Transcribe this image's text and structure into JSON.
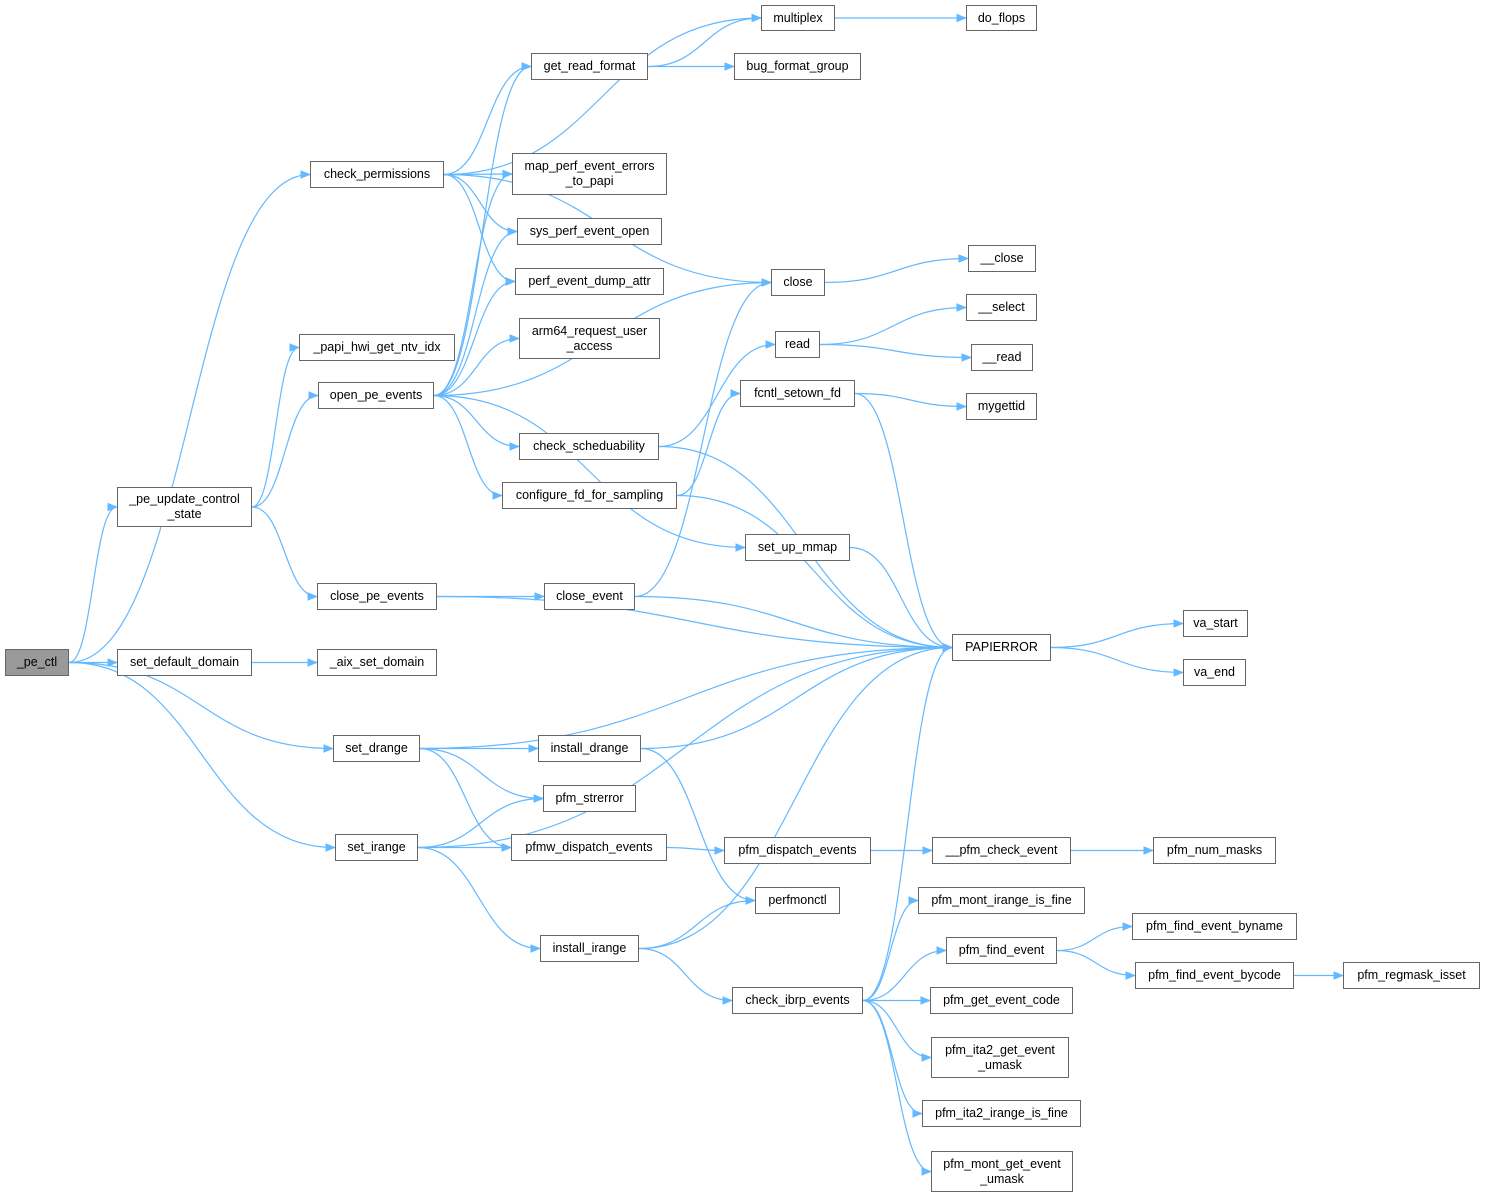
{
  "diagram": {
    "type": "call-graph",
    "edge_color": "#63b8ff",
    "node_border_color": "#666666",
    "root_fill_color": "#999999",
    "nodes": [
      {
        "id": "_pe_ctl",
        "lines": [
          "_pe_ctl"
        ],
        "root": true
      },
      {
        "id": "set_default_domain",
        "lines": [
          "set_default_domain"
        ]
      },
      {
        "id": "_aix_set_domain",
        "lines": [
          "_aix_set_domain"
        ]
      },
      {
        "id": "check_permissions",
        "lines": [
          "check_permissions"
        ]
      },
      {
        "id": "_papi_hwi_get_ntv_idx",
        "lines": [
          "_papi_hwi_get_ntv_idx"
        ]
      },
      {
        "id": "_pe_update_control_state",
        "lines": [
          "_pe_update_control",
          "_state"
        ]
      },
      {
        "id": "open_pe_events",
        "lines": [
          "open_pe_events"
        ]
      },
      {
        "id": "close_pe_events",
        "lines": [
          "close_pe_events"
        ]
      },
      {
        "id": "set_drange",
        "lines": [
          "set_drange"
        ]
      },
      {
        "id": "set_irange",
        "lines": [
          "set_irange"
        ]
      },
      {
        "id": "multiplex",
        "lines": [
          "multiplex"
        ]
      },
      {
        "id": "do_flops",
        "lines": [
          "do_flops"
        ]
      },
      {
        "id": "get_read_format",
        "lines": [
          "get_read_format"
        ]
      },
      {
        "id": "bug_format_group",
        "lines": [
          "bug_format_group"
        ]
      },
      {
        "id": "map_perf_event_errors_to_papi",
        "lines": [
          "map_perf_event_errors",
          "_to_papi"
        ]
      },
      {
        "id": "sys_perf_event_open",
        "lines": [
          "sys_perf_event_open"
        ]
      },
      {
        "id": "perf_event_dump_attr",
        "lines": [
          "perf_event_dump_attr"
        ]
      },
      {
        "id": "arm64_request_user_access",
        "lines": [
          "arm64_request_user",
          "_access"
        ]
      },
      {
        "id": "check_scheduability",
        "lines": [
          "check_scheduability"
        ]
      },
      {
        "id": "configure_fd_for_sampling",
        "lines": [
          "configure_fd_for_sampling"
        ]
      },
      {
        "id": "close",
        "lines": [
          "close"
        ]
      },
      {
        "id": "__close",
        "lines": [
          "__close"
        ]
      },
      {
        "id": "read",
        "lines": [
          "read"
        ]
      },
      {
        "id": "__select",
        "lines": [
          "__select"
        ]
      },
      {
        "id": "__read",
        "lines": [
          "__read"
        ]
      },
      {
        "id": "fcntl_setown_fd",
        "lines": [
          "fcntl_setown_fd"
        ]
      },
      {
        "id": "mygettid",
        "lines": [
          "mygettid"
        ]
      },
      {
        "id": "set_up_mmap",
        "lines": [
          "set_up_mmap"
        ]
      },
      {
        "id": "close_event",
        "lines": [
          "close_event"
        ]
      },
      {
        "id": "PAPIERROR",
        "lines": [
          "PAPIERROR"
        ]
      },
      {
        "id": "va_start",
        "lines": [
          "va_start"
        ]
      },
      {
        "id": "va_end",
        "lines": [
          "va_end"
        ]
      },
      {
        "id": "install_drange",
        "lines": [
          "install_drange"
        ]
      },
      {
        "id": "pfm_strerror",
        "lines": [
          "pfm_strerror"
        ]
      },
      {
        "id": "pfmw_dispatch_events",
        "lines": [
          "pfmw_dispatch_events"
        ]
      },
      {
        "id": "pfm_dispatch_events",
        "lines": [
          "pfm_dispatch_events"
        ]
      },
      {
        "id": "__pfm_check_event",
        "lines": [
          "__pfm_check_event"
        ]
      },
      {
        "id": "pfm_num_masks",
        "lines": [
          "pfm_num_masks"
        ]
      },
      {
        "id": "perfmonctl",
        "lines": [
          "perfmonctl"
        ]
      },
      {
        "id": "install_irange",
        "lines": [
          "install_irange"
        ]
      },
      {
        "id": "check_ibrp_events",
        "lines": [
          "check_ibrp_events"
        ]
      },
      {
        "id": "pfm_mont_irange_is_fine",
        "lines": [
          "pfm_mont_irange_is_fine"
        ]
      },
      {
        "id": "pfm_find_event",
        "lines": [
          "pfm_find_event"
        ]
      },
      {
        "id": "pfm_find_event_byname",
        "lines": [
          "pfm_find_event_byname"
        ]
      },
      {
        "id": "pfm_find_event_bycode",
        "lines": [
          "pfm_find_event_bycode"
        ]
      },
      {
        "id": "pfm_regmask_isset",
        "lines": [
          "pfm_regmask_isset"
        ]
      },
      {
        "id": "pfm_get_event_code",
        "lines": [
          "pfm_get_event_code"
        ]
      },
      {
        "id": "pfm_ita2_get_event_umask",
        "lines": [
          "pfm_ita2_get_event",
          "_umask"
        ]
      },
      {
        "id": "pfm_ita2_irange_is_fine",
        "lines": [
          "pfm_ita2_irange_is_fine"
        ]
      },
      {
        "id": "pfm_mont_get_event_umask",
        "lines": [
          "pfm_mont_get_event",
          "_umask"
        ]
      }
    ],
    "edges": [
      [
        "_pe_ctl",
        "check_permissions"
      ],
      [
        "_pe_ctl",
        "_pe_update_control_state"
      ],
      [
        "_pe_ctl",
        "set_default_domain"
      ],
      [
        "_pe_ctl",
        "set_drange"
      ],
      [
        "_pe_ctl",
        "set_irange"
      ],
      [
        "check_permissions",
        "multiplex"
      ],
      [
        "check_permissions",
        "get_read_format"
      ],
      [
        "check_permissions",
        "close"
      ],
      [
        "check_permissions",
        "map_perf_event_errors_to_papi"
      ],
      [
        "check_permissions",
        "sys_perf_event_open"
      ],
      [
        "check_permissions",
        "perf_event_dump_attr"
      ],
      [
        "get_read_format",
        "multiplex"
      ],
      [
        "get_read_format",
        "bug_format_group"
      ],
      [
        "multiplex",
        "do_flops"
      ],
      [
        "_pe_update_control_state",
        "_papi_hwi_get_ntv_idx"
      ],
      [
        "_pe_update_control_state",
        "open_pe_events"
      ],
      [
        "_pe_update_control_state",
        "close_pe_events"
      ],
      [
        "open_pe_events",
        "get_read_format"
      ],
      [
        "open_pe_events",
        "map_perf_event_errors_to_papi"
      ],
      [
        "open_pe_events",
        "sys_perf_event_open"
      ],
      [
        "open_pe_events",
        "perf_event_dump_attr"
      ],
      [
        "open_pe_events",
        "arm64_request_user_access"
      ],
      [
        "open_pe_events",
        "close"
      ],
      [
        "open_pe_events",
        "check_scheduability"
      ],
      [
        "open_pe_events",
        "configure_fd_for_sampling"
      ],
      [
        "open_pe_events",
        "set_up_mmap"
      ],
      [
        "check_scheduability",
        "read"
      ],
      [
        "check_scheduability",
        "PAPIERROR"
      ],
      [
        "configure_fd_for_sampling",
        "fcntl_setown_fd"
      ],
      [
        "configure_fd_for_sampling",
        "PAPIERROR"
      ],
      [
        "close",
        "__close"
      ],
      [
        "read",
        "__select"
      ],
      [
        "read",
        "__read"
      ],
      [
        "fcntl_setown_fd",
        "mygettid"
      ],
      [
        "fcntl_setown_fd",
        "PAPIERROR"
      ],
      [
        "set_up_mmap",
        "PAPIERROR"
      ],
      [
        "close_pe_events",
        "close_event"
      ],
      [
        "close_pe_events",
        "PAPIERROR"
      ],
      [
        "close_event",
        "close"
      ],
      [
        "close_event",
        "PAPIERROR"
      ],
      [
        "PAPIERROR",
        "va_start"
      ],
      [
        "PAPIERROR",
        "va_end"
      ],
      [
        "set_default_domain",
        "_aix_set_domain"
      ],
      [
        "set_drange",
        "PAPIERROR"
      ],
      [
        "set_drange",
        "install_drange"
      ],
      [
        "set_drange",
        "pfm_strerror"
      ],
      [
        "set_drange",
        "pfmw_dispatch_events"
      ],
      [
        "install_drange",
        "PAPIERROR"
      ],
      [
        "install_drange",
        "perfmonctl"
      ],
      [
        "set_irange",
        "pfm_strerror"
      ],
      [
        "set_irange",
        "pfmw_dispatch_events"
      ],
      [
        "set_irange",
        "PAPIERROR"
      ],
      [
        "set_irange",
        "install_irange"
      ],
      [
        "pfmw_dispatch_events",
        "pfm_dispatch_events"
      ],
      [
        "pfm_dispatch_events",
        "__pfm_check_event"
      ],
      [
        "__pfm_check_event",
        "pfm_num_masks"
      ],
      [
        "install_irange",
        "perfmonctl"
      ],
      [
        "install_irange",
        "PAPIERROR"
      ],
      [
        "install_irange",
        "check_ibrp_events"
      ],
      [
        "check_ibrp_events",
        "PAPIERROR"
      ],
      [
        "check_ibrp_events",
        "pfm_mont_irange_is_fine"
      ],
      [
        "check_ibrp_events",
        "pfm_find_event"
      ],
      [
        "check_ibrp_events",
        "pfm_get_event_code"
      ],
      [
        "check_ibrp_events",
        "pfm_ita2_get_event_umask"
      ],
      [
        "check_ibrp_events",
        "pfm_ita2_irange_is_fine"
      ],
      [
        "check_ibrp_events",
        "pfm_mont_get_event_umask"
      ],
      [
        "pfm_find_event",
        "pfm_find_event_byname"
      ],
      [
        "pfm_find_event",
        "pfm_find_event_bycode"
      ],
      [
        "pfm_find_event_bycode",
        "pfm_regmask_isset"
      ]
    ]
  }
}
